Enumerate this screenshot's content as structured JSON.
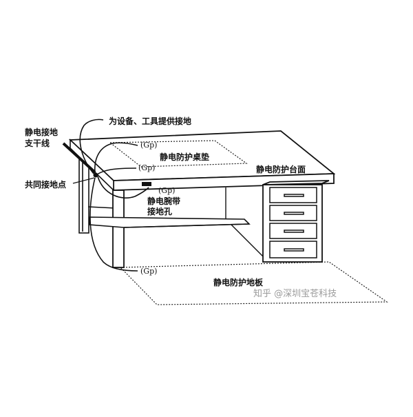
{
  "labels": {
    "equipment_ground": "为设备、工具提供接地",
    "ground_trunk_line1": "静电接地",
    "ground_trunk_line2": "支干线",
    "common_point": "共同接地点",
    "desk_mat": "静电防护桌垫",
    "desk_surface": "静电防护台面",
    "wrist_strap_line1": "静电腕带",
    "wrist_strap_line2": "接地孔",
    "floor": "静电防护地板"
  },
  "gp_marks": [
    "(Gp)",
    "(Gp)",
    "(Gp)",
    "(Gp)"
  ],
  "watermark": "知乎 @深圳宝苍科技"
}
